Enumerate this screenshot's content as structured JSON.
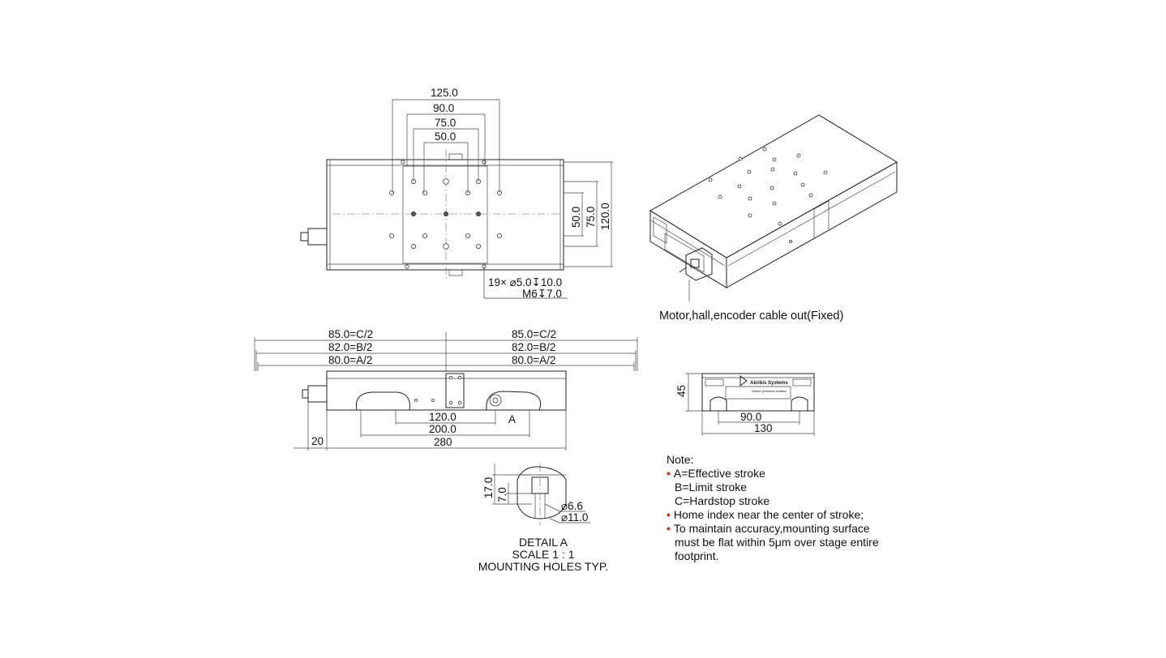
{
  "top_view": {
    "dims_h": [
      "125.0",
      "90.0",
      "75.0",
      "50.0"
    ],
    "dims_v": [
      "50.0",
      "75.0",
      "120.0"
    ],
    "hole_callout_1": "19× ⌀5.0↧10.0",
    "hole_callout_2": "M6↧7.0"
  },
  "iso_view": {
    "caption": "Motor,hall,encoder cable out(Fixed)",
    "brand_text": "Akribis Systems",
    "brand_tagline": "Where precision matters"
  },
  "side_view": {
    "left_labels": [
      "85.0=C/2",
      "82.0=B/2",
      "80.0=A/2"
    ],
    "right_labels": [
      "85.0=C/2",
      "82.0=B/2",
      "80.0=A/2"
    ],
    "dim_120": "120.0",
    "dim_200": "200.0",
    "dim_280": "280",
    "dim_20": "20",
    "detail_marker": "A"
  },
  "end_view": {
    "dim_45": "45",
    "dim_90": "90.0",
    "dim_130": "130"
  },
  "detail": {
    "dim_17": "17.0",
    "dim_7": "7.0",
    "dia_small": "⌀6.6",
    "dia_large": "⌀11.0",
    "caption_1": "DETAIL A",
    "caption_2": "SCALE 1 : 1",
    "caption_3": "MOUNTING HOLES TYP."
  },
  "notes": {
    "title": "Note:",
    "n1_a": "A=Effective stroke",
    "n1_b": "B=Limit stroke",
    "n1_c": "C=Hardstop stroke",
    "n2": "Home index near the center of stroke;",
    "n3_a": "To maintain accuracy,mounting surface",
    "n3_b": "must be flat within 5μm over stage entire",
    "n3_c": "footprint."
  },
  "colors": {
    "line": "#222222",
    "bullet": "#e0281e"
  }
}
